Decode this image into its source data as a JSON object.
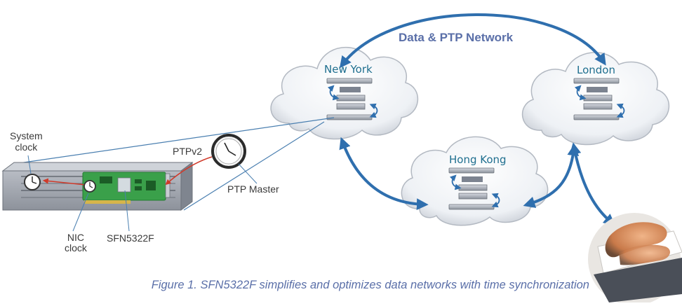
{
  "network": {
    "title": "Data & PTP Network",
    "cities": {
      "new_york": "New York",
      "london": "London",
      "hong_kong": "Hong Kong"
    }
  },
  "host": {
    "system_clock_label": "System\nclock",
    "nic_clock_label": "NIC\nclock",
    "nic_model_label": "SFN5322F",
    "ptp_protocol_label": "PTPv2",
    "ptp_master_label": "PTP Master"
  },
  "caption": "Figure 1. SFN5322F simplifies and optimizes data networks with time synchronization",
  "colors": {
    "arrow_blue": "#2f6fae",
    "accent_text": "#5a6fa8",
    "city_text": "#1f6f8f",
    "sync_red": "#d03a2a",
    "pcb_green": "#3aa04a"
  }
}
